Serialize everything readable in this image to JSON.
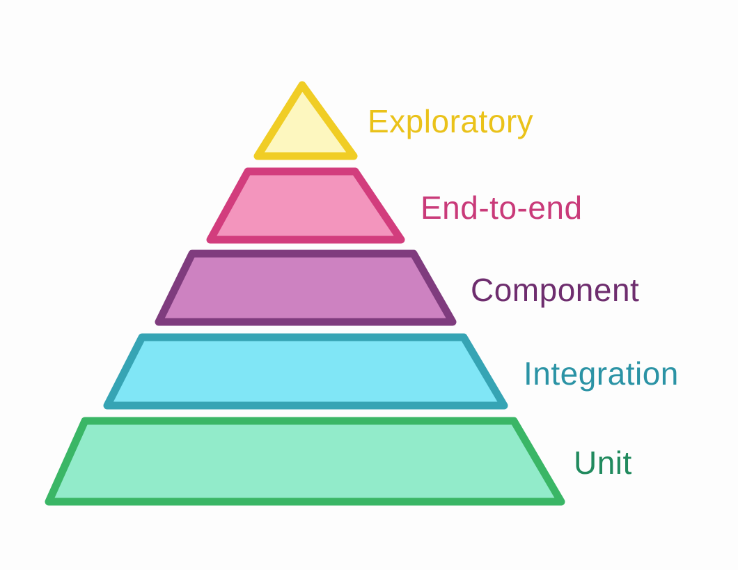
{
  "pyramid": {
    "layers": [
      {
        "label": "Exploratory",
        "fill": "#fdf7bf",
        "stroke": "#f0cd25",
        "text_color": "#eac21a"
      },
      {
        "label": "End-to-end",
        "fill": "#f395bd",
        "stroke": "#d23d7d",
        "text_color": "#c93a79"
      },
      {
        "label": "Component",
        "fill": "#cd82c1",
        "stroke": "#7f3c7e",
        "text_color": "#6e2d6e"
      },
      {
        "label": "Integration",
        "fill": "#80e6f6",
        "stroke": "#36a4b4",
        "text_color": "#2b93a5"
      },
      {
        "label": "Unit",
        "fill": "#92ebca",
        "stroke": "#3ab666",
        "text_color": "#218a5e"
      }
    ]
  }
}
